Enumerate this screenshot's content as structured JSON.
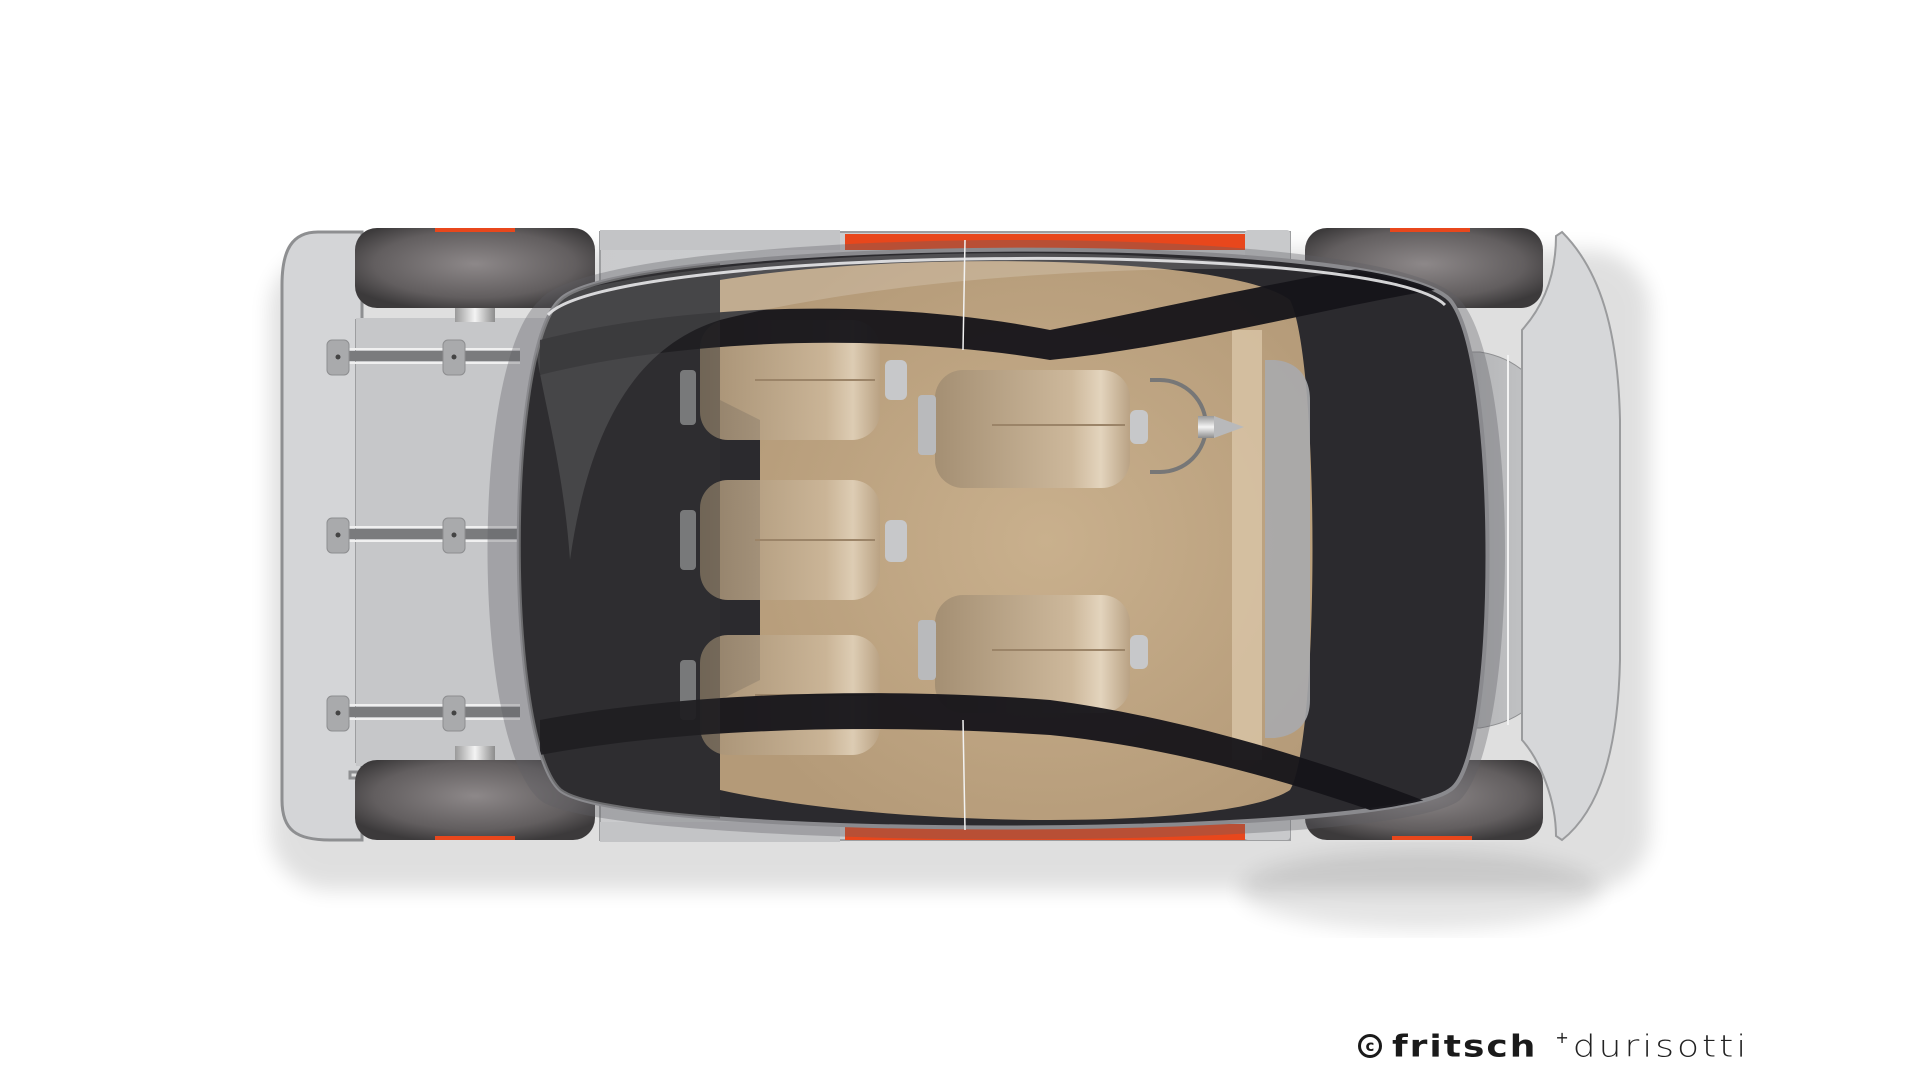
{
  "image": {
    "subject": "Top-down concept illustration of an autonomous passenger vehicle with transparent glass canopy",
    "layout": {
      "seats_visible": 5,
      "seat_rows": [
        {
          "row": "rear",
          "count": 3
        },
        {
          "row": "front",
          "count": 2
        }
      ],
      "steering": "yoke in front of front-left seat"
    },
    "colors": {
      "background": "#ffffff",
      "body_grey": "#c9cacc",
      "bumper_grey": "#d4d5d7",
      "tire": "#5e5a5b",
      "accent_orange": "#e8471c",
      "interior_tan": "#c8b08e",
      "canopy_dark": "#2b2a2e"
    }
  },
  "logo": {
    "copyright_symbol": "c",
    "brand_primary": "fritsch",
    "brand_plus": "+",
    "brand_secondary": "durisotti"
  }
}
